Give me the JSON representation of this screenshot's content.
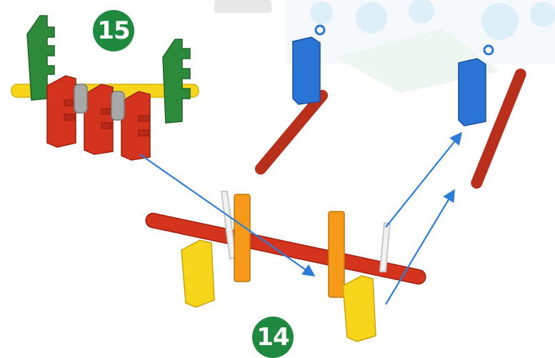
{
  "steps": [
    {
      "number": "15"
    },
    {
      "number": "14"
    }
  ],
  "colors": {
    "badge": "#1f8a3f",
    "green_part": "#2c8a3a",
    "red_part": "#d4331e",
    "gray_part": "#a8a8a8",
    "yellow_part": "#f6d51a",
    "orange_part": "#f79a1a",
    "blue_part": "#2a74d6",
    "dark_red_rod": "#b8301c",
    "arrow": "#2d7dd8",
    "white_part": "#f2f2f2"
  },
  "icons": [
    "green-gear-piece",
    "red-connector-piece",
    "gray-spacer",
    "yellow-rod",
    "orange-rod",
    "blue-connector",
    "red-rod",
    "white-connector",
    "assembly-arrow"
  ]
}
